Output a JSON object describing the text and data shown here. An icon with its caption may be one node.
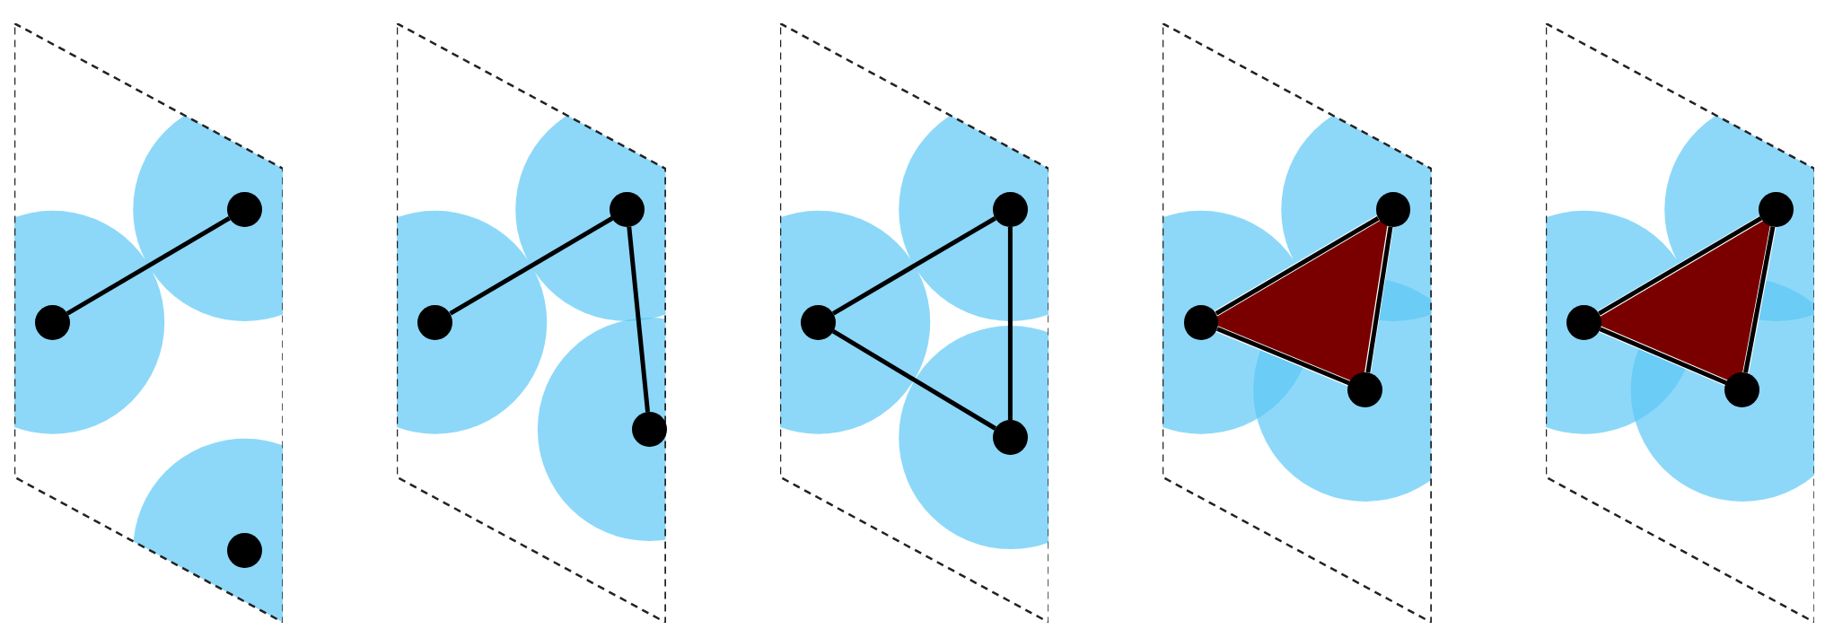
{
  "diagram": {
    "nodes": [
      {
        "text": [],
        "shape": "parallelogram"
      },
      {
        "text": [],
        "shape": "circle",
        "in": 0
      },
      {
        "text": [],
        "shape": "circle",
        "in": 0
      },
      {
        "text": [],
        "shape": "circle",
        "in": 0
      },
      {
        "text": [],
        "shape": "parallelogram"
      },
      {
        "text": [],
        "shape": "circle",
        "in": 4
      },
      {
        "text": [],
        "shape": "circle",
        "in": 4
      },
      {
        "text": [],
        "shape": "circle",
        "in": 4
      },
      {
        "text": [],
        "shape": "parallelogram"
      },
      {
        "text": [],
        "shape": "circle",
        "in": 8
      },
      {
        "text": [],
        "shape": "circle",
        "in": 8
      },
      {
        "text": [],
        "shape": "circle",
        "in": 8
      },
      {
        "text": [],
        "shape": "parallelogram"
      },
      {
        "text": [],
        "shape": "circle",
        "in": 12
      },
      {
        "text": [],
        "shape": "circle",
        "in": 12
      },
      {
        "text": [],
        "shape": "circle",
        "in": 12
      },
      {
        "text": [],
        "shape": "parallelogram"
      },
      {
        "text": [],
        "shape": "circle",
        "in": 16
      },
      {
        "text": [],
        "shape": "circle",
        "in": 16
      },
      {
        "text": [],
        "shape": "circle",
        "in": 16
      }
    ],
    "edges": [
      {
        "from": 1,
        "to": 2,
        "arrow": "none"
      },
      {
        "from": 5,
        "to": 6,
        "arrow": "none"
      },
      {
        "from": 6,
        "to": 7,
        "arrow": "none"
      },
      {
        "from": 9,
        "to": 10,
        "arrow": "none"
      },
      {
        "from": 10,
        "to": 11,
        "arrow": "none"
      },
      {
        "from": 11,
        "to": 9,
        "arrow": "none"
      },
      {
        "from": 13,
        "to": 14,
        "arrow": "none"
      },
      {
        "from": 14,
        "to": 15,
        "arrow": "none"
      },
      {
        "from": 15,
        "to": 13,
        "arrow": "none"
      },
      {
        "from": 17,
        "to": 18,
        "arrow": "none"
      },
      {
        "from": 18,
        "to": 19,
        "arrow": "none"
      },
      {
        "from": 19,
        "to": 17,
        "arrow": "none"
      }
    ]
  }
}
